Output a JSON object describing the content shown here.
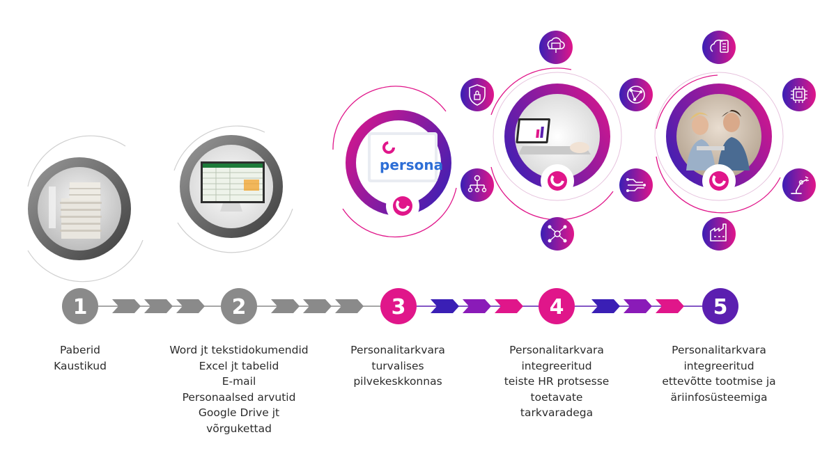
{
  "steps": [
    {
      "number": "1",
      "lines": [
        "Paberid",
        "Kaustikud"
      ]
    },
    {
      "number": "2",
      "lines": [
        "Word jt tekstidokumendid",
        "Excel jt tabelid",
        "E-mail",
        "Personaalsed arvutid",
        "Google Drive jt",
        "võrgukettad"
      ]
    },
    {
      "number": "3",
      "lines": [
        "Personalitarkvara",
        "turvalises",
        "pilvekeskkonnas"
      ]
    },
    {
      "number": "4",
      "lines": [
        "Personalitarkvara",
        "integreeritud",
        "teiste HR protsesse",
        "toetavate",
        "tarkvaradega"
      ]
    },
    {
      "number": "5",
      "lines": [
        "Personalitarkvara",
        "integreeritud",
        "ettevõtte tootmise ja",
        "äriinfosüsteemiga"
      ]
    }
  ],
  "logo_text": "persona",
  "icons": {
    "step4": [
      "cloud-monitor-icon",
      "shield-lock-icon",
      "network-globe-icon",
      "org-chart-icon",
      "dataflow-icon",
      "hub-network-icon"
    ],
    "step5": [
      "cloud-server-icon",
      "cpu-chip-icon",
      "robot-arm-icon",
      "factory-icon"
    ]
  },
  "colors": {
    "gray": "#8a8a8a",
    "magenta": "#e0168a",
    "purple": "#5b1fb0",
    "violet": "#8a1bb8"
  }
}
